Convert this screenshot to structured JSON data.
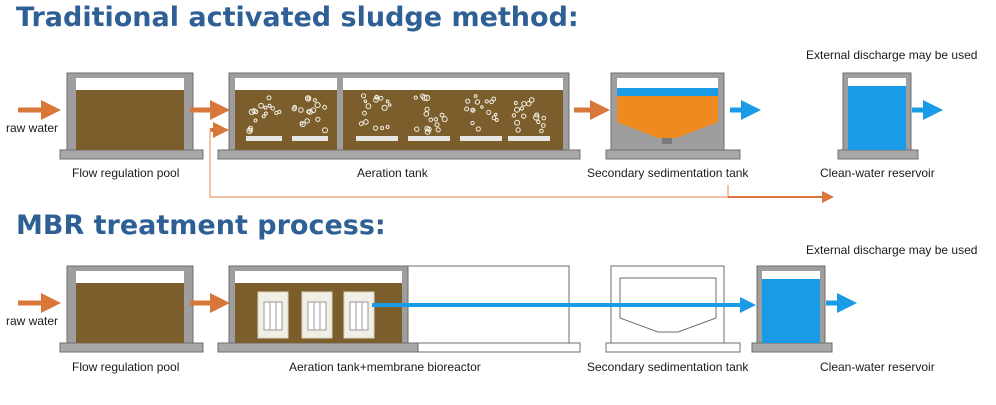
{
  "section1": {
    "title": "Traditional activated sludge method:",
    "raw_water": "raw water",
    "flow_pool": "Flow regulation pool",
    "aeration": "Aeration tank",
    "secondary": "Secondary sedimentation tank",
    "clean": "Clean-water reservoir",
    "discharge": "External discharge may be used"
  },
  "section2": {
    "title": "MBR treatment process:",
    "raw_water": "raw water",
    "flow_pool": "Flow regulation pool",
    "aeration": "Aeration tank+membrane bioreactor",
    "secondary": "Secondary sedimentation tank",
    "clean": "Clean-water reservoir",
    "discharge": "External discharge may be used"
  },
  "colors": {
    "title": "#2e5f95",
    "sludge": "#7b5e2b",
    "orange_arrow": "#d9773a",
    "blue_water": "#1a9be6",
    "orange_water": "#ef8a1e",
    "concrete": "#a8a8a8"
  }
}
